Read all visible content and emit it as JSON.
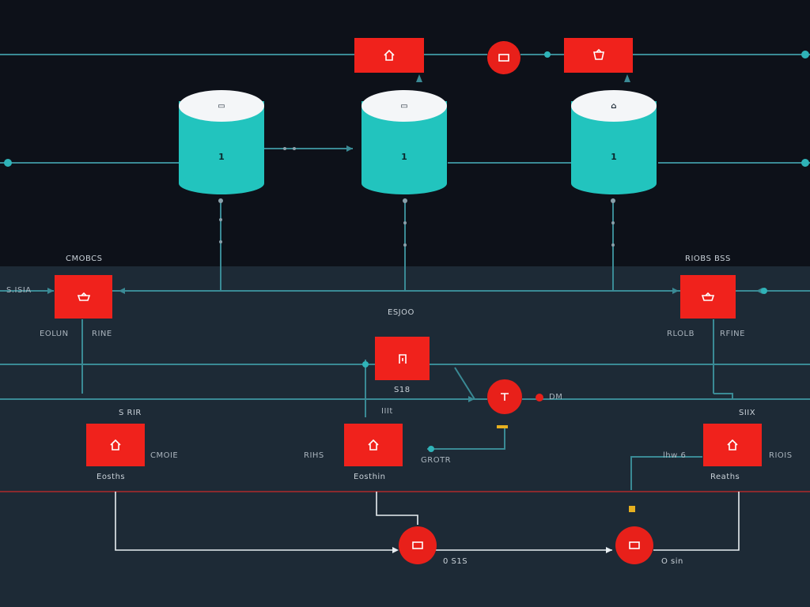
{
  "colors": {
    "top_background": "#0d1119",
    "bottom_background": "#1d2a36",
    "connector": "#3a8a95",
    "node_red": "#f0221c",
    "storage_cyan": "#22c4be",
    "storage_top": "#f4f6f8",
    "divider_red": "#8a2a2e",
    "accent_yellow": "#e6b020",
    "flow_white": "#e8eef2"
  },
  "storage": {
    "left": {
      "number": "1"
    },
    "center": {
      "number": "1"
    },
    "right": {
      "number": "1"
    }
  },
  "labels": {
    "left_header": "CMOBCS",
    "right_header": "RIOBS BSS",
    "left_side": "S.ISIA",
    "left_sub_a": "EOLUN",
    "left_sub_b": "RINE",
    "right_sub_a": "RLOLB",
    "right_sub_b": "RFINE",
    "center_top": "ESJOO",
    "center_below": "S18",
    "center_small": "IIIt",
    "junction_label": "DM",
    "left_lower_header": "S RIR",
    "left_lower_side": "CMOIE",
    "left_lower_bottom": "Eosths",
    "center_lower_side": "RIHS",
    "center_lower_right": "GROTR",
    "center_lower_bottom": "Eosthin",
    "right_lower_header": "SIIX",
    "right_lower_side_a": "lhw 6",
    "right_lower_side_b": "RIOIS",
    "right_lower_bottom": "Reaths",
    "bottom_center": "0 S1S",
    "bottom_right": "O sin"
  },
  "icons": {
    "house": "house-icon",
    "cart": "cart-icon",
    "door": "door-icon",
    "database": "database-icon",
    "monitor": "monitor-icon"
  }
}
